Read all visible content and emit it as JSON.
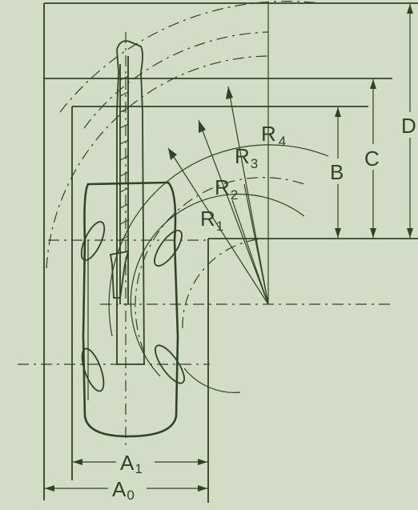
{
  "labels": {
    "r4": "R",
    "r4_sub": "4",
    "r3": "R",
    "r3_sub": "3",
    "r2": "R",
    "r2_sub": "2",
    "r1": "R",
    "r1_sub": "1",
    "b": "B",
    "c": "C",
    "d": "D",
    "a1": "A",
    "a1_sub": "1",
    "a0": "A",
    "a0_sub": "0"
  },
  "colors": {
    "background": "#d2dcc6",
    "ink": "#2f4424",
    "hatch": "#a9c49a"
  }
}
